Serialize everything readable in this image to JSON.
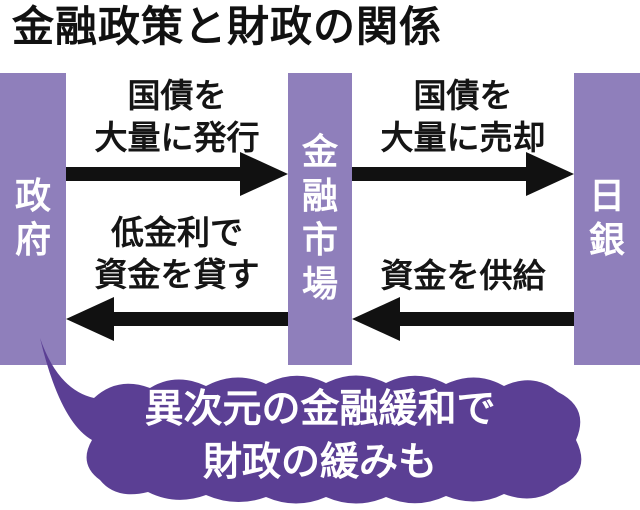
{
  "title": "金融政策と財政の関係",
  "entities": {
    "government": [
      "政",
      "府"
    ],
    "market": [
      "金",
      "融",
      "市",
      "場"
    ],
    "boj": [
      "日",
      "銀"
    ]
  },
  "flows": {
    "gov_to_market": [
      "国債を",
      "大量に発行"
    ],
    "market_to_boj": [
      "国債を",
      "大量に売却"
    ],
    "market_to_gov": [
      "低金利で",
      "資金を貸す"
    ],
    "boj_to_market": [
      "資金を供給"
    ]
  },
  "callout": [
    "異次元の金融緩和で",
    "財政の緩みも"
  ],
  "colors": {
    "pillar": "#8f7fbb",
    "bubble": "#5b3f94",
    "arrow": "#111111"
  }
}
